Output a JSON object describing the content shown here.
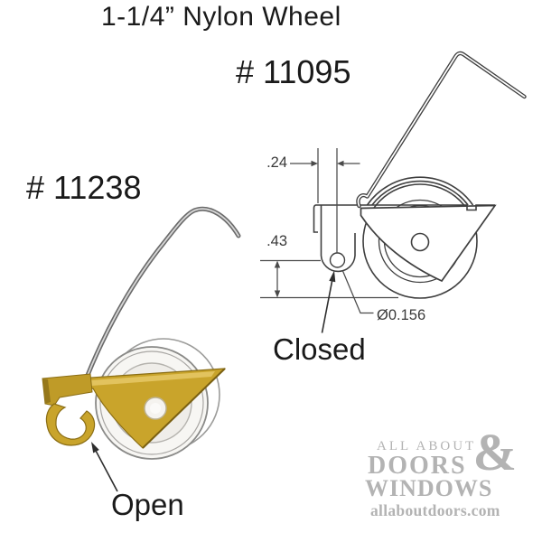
{
  "title": "1-1/4” Nylon Wheel",
  "parts": {
    "closed": {
      "number": "# 11095",
      "state_label": "Closed"
    },
    "open": {
      "number": "# 11238",
      "state_label": "Open"
    }
  },
  "dimensions": {
    "offset": ".24",
    "height": ".43",
    "hole_diameter": "Ø0.156"
  },
  "logo": {
    "line1": "ALL ABOUT",
    "ampersand": "&",
    "line2": "DOORS",
    "line3": "WINDOWS",
    "website": "allaboutdoors.com"
  },
  "colors": {
    "background": "#ffffff",
    "line_art": "#3f3f3f",
    "housing_yellow": "#c9a42b",
    "housing_yellow_dark": "#8a6d14",
    "housing_yellow_light": "#e6c967",
    "wheel_gray": "#f7f6f3",
    "wire_gray": "#6a6a6a",
    "logo_gray": "#b3b3b3"
  }
}
